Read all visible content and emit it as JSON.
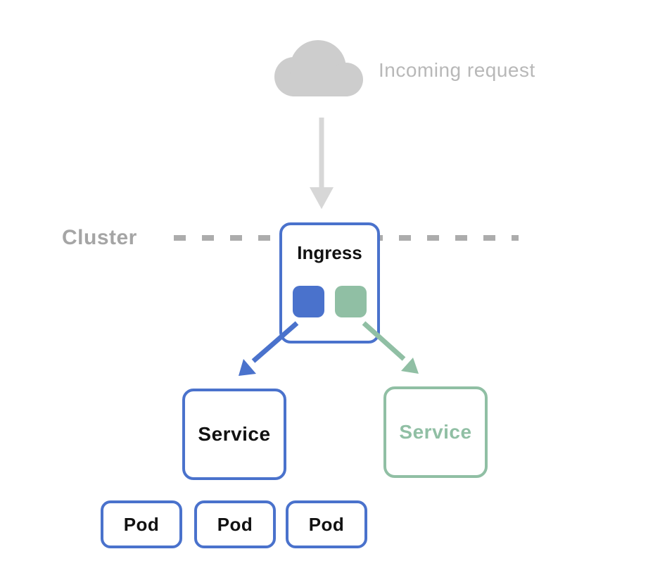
{
  "diagram": {
    "incoming_request_label": "Incoming request",
    "cluster_label": "Cluster",
    "nodes": {
      "ingress": {
        "label": "Ingress"
      },
      "service_blue": {
        "label": "Service"
      },
      "service_green": {
        "label": "Service"
      },
      "pods": [
        {
          "label": "Pod"
        },
        {
          "label": "Pod"
        },
        {
          "label": "Pod"
        }
      ]
    },
    "colors": {
      "blue": "#4a72cc",
      "green": "#90bfa4",
      "cloud": "#cdcdcd",
      "gray_arrow": "#d7d7d7",
      "incoming_text": "#b8b8b8",
      "cluster_text": "#a5a5a5",
      "dash": "#acacac",
      "dark_text": "#111111"
    }
  }
}
